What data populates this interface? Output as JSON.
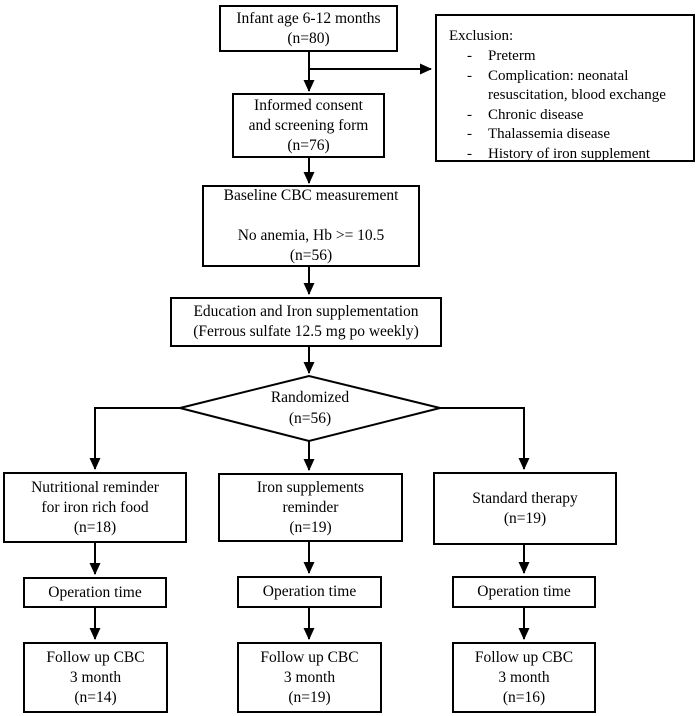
{
  "figure": {
    "type": "flowchart",
    "description": "Participant flow diagram of an infant iron supplementation randomized study"
  },
  "colors": {
    "background": "#ffffff",
    "line": "#000000",
    "text": "#000000"
  },
  "flow": {
    "enrollment": {
      "lines": [
        "Infant age 6-12 months",
        "(n=80)"
      ]
    },
    "exclusion": {
      "title": "Exclusion:",
      "bullet": "-",
      "items": [
        "Preterm",
        "Complication: neonatal resuscitation, blood exchange",
        "Chronic disease",
        "Thalassemia disease",
        "History of iron supplement"
      ]
    },
    "consent": {
      "lines": [
        "Informed consent",
        "and screening form",
        "(n=76)"
      ]
    },
    "baseline": {
      "lines": [
        "Baseline CBC measurement",
        "",
        "No anemia, Hb >= 10.5",
        "(n=56)"
      ]
    },
    "education": {
      "lines": [
        "Education and Iron supplementation",
        "(Ferrous sulfate 12.5 mg po weekly)"
      ]
    },
    "randomized": {
      "lines": [
        "Randomized",
        "(n=56)"
      ]
    }
  },
  "columns": [
    {
      "arm": [
        "Nutritional reminder",
        "for iron rich food",
        "(n=18)"
      ],
      "operation": "Operation time",
      "followup": [
        "Follow up CBC",
        "3 month",
        "(n=14)"
      ]
    },
    {
      "arm": [
        "Iron supplements",
        "reminder",
        "(n=19)"
      ],
      "operation": "Operation time",
      "followup": [
        "Follow up CBC",
        "3 month",
        "(n=19)"
      ]
    },
    {
      "arm": [
        "Standard therapy",
        "(n=19)"
      ],
      "operation": "Operation time",
      "followup": [
        "Follow up CBC",
        "3 month",
        "(n=16)"
      ]
    }
  ]
}
